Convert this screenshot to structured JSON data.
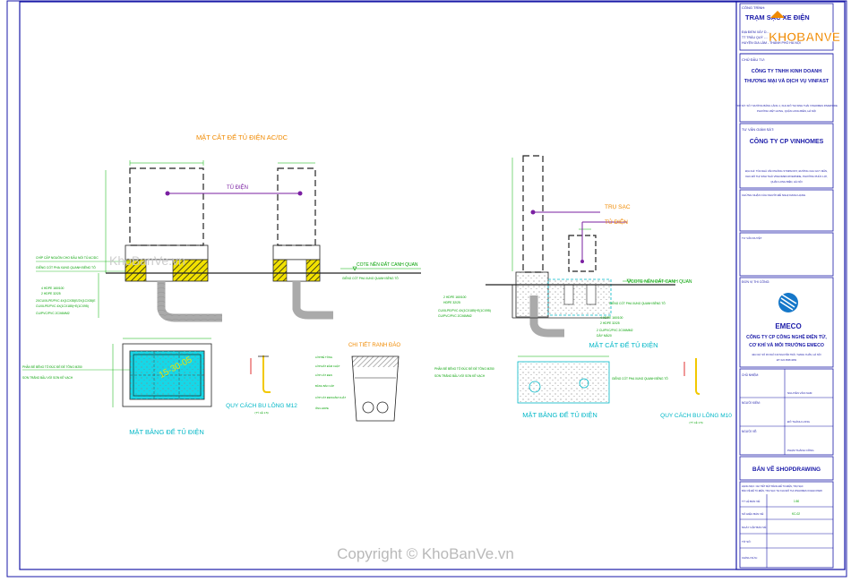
{
  "title_block": {
    "project_label": "CÔNG TRÌNH:",
    "project_name": "TRẠM SẠC XE ĐIỆN",
    "project_addr": [
      "ĐỊA ĐIỂM XÂY D...",
      "TT TRÂU QUỲ -...",
      "HUYỆN GIA LÂM - THÀNH PHỐ HÀ NỘI"
    ],
    "owner_label": "CHỦ ĐẦU TƯ:",
    "owner_name": [
      "CÔNG TY TNHH KINH DOANH",
      "THƯƠNG MẠI VÀ DỊCH VỤ VINFAST"
    ],
    "owner_addr": [
      "TRỤ SỞ: SỐ 7 ĐƯỜNG BẰNG LĂNG 1, KHU ĐÔ THỊ SINH THÁI VINHOMES RIVERSIDE",
      "PHƯỜNG VIỆT HƯNG, QUẬN LONG BIÊN, HÀ NỘI"
    ],
    "supervisor_label": "TƯ VẤN GIÁM SÁT:",
    "supervisor_name": "CÔNG TY CP VINHOMES",
    "supervisor_addr": [
      "ĐỊA CHỈ: TÒA NHÀ VĂN PHÒNG SYMPHONY, ĐƯỜNG CHU HUY MÂN,",
      "KHU ĐÔ THỊ SINH THÁI VINHOMES RIVERSIDE, PHƯỜNG PHÚC LỢI,",
      "QUẬN LONG BIÊN, HÀ NỘI"
    ],
    "note_label": "CHỨNG NHẬN CỦA NGƯỜI ĐỀ NGHỊ DANH HẠNG",
    "approval_label": "TƯ VẤN DUYỆT",
    "contractor_label": "ĐƠN VỊ THI CÔNG:",
    "contractor_logo": "EMECO",
    "contractor_name": [
      "CÔNG TY CP CÔNG NGHỆ ĐIỆN TỬ,",
      "CƠ KHÍ VÀ MÔI TRƯỜNG EMECO"
    ],
    "contractor_addr": [
      "ĐỊA CHỈ: SỐ 36 NGÕ 130 NGUYỄN TRÃI, THANH XUÂN, HÀ NỘI",
      "ĐT: 024 3568 4669"
    ],
    "roles": [
      {
        "role": "CHỦ NHIỆM:",
        "name": "NGUYỄN VĂN NAM"
      },
      {
        "role": "NGƯỜI KIỂM:",
        "name": "ĐỖ THÀNH LONG"
      },
      {
        "role": "NGƯỜI VẼ:",
        "name": "PHẠM THÀNH CÔNG"
      }
    ],
    "drawing_type": "BẢN VẼ SHOPDRAWING",
    "drawing_desc": [
      "HẠNG MỤC: CHI TIẾT MẶT BẰNG ĐẾ TỦ ĐIỆN, TRỤ SẠC",
      "BẢN VẼ ĐẾ TỦ ĐIỆN, TRỤ SẠC TẠI KHU ĐÔ THỊ VINHOMES OCEAN PARK"
    ],
    "rows": [
      {
        "label": "TỶ LỆ BẢN VẼ:",
        "value": "1:50"
      },
      {
        "label": "SỐ HIỆU BẢN VẼ:",
        "value": "KC-02"
      },
      {
        "label": "NGÀY CẬP BẢN VẼ:",
        "value": ""
      },
      {
        "label": "TỜ SỐ:",
        "value": ""
      },
      {
        "label": "CHỈNH SỬA:",
        "value": ""
      }
    ]
  },
  "watermark_logo": "KHOBANVE",
  "watermark_text": "KhoBanVe.vn",
  "copyright": "Copyright © KhoBanVe.vn",
  "drawing": {
    "section_left_title": "MẶT CẮT ĐẾ TỦ ĐIỆN AC/DC",
    "cabinet_label": "TỦ ĐIỆN",
    "ground_level_1": "COTE NỀN ĐẤT CANH QUAN",
    "ground_level_2": "COTE NỀN ĐẤT CANH QUAN",
    "left_notes": [
      "CHÍP CẤP NGUỒN CHO ĐẦU NỐI TỦ AC/DC",
      "GIẾNG CỐT PHA XUNG QUANH BÊNG TÔ",
      "4 HDPE 160/100",
      "2 HDPE 32/25",
      "2XCU/XLPE/PVC 4X(1CX35)E/2X(1CX35)E",
      "CU/XLPE/PVC 4X(1CX185)+E(1CX95)",
      "CU/PVC/PVC 2CX6MM2"
    ],
    "middle_note": "GIẾNG CỐT PHA XUNG QUANH BÊNG TÔ",
    "right_notes_top": [
      "TRỤ SẠC",
      "TỦ ĐIỆN"
    ],
    "right_notes_left": [
      "2 HDPE 160/100",
      "HDPE 32/25",
      "CU/XLPE/PVC 4X(1CX185)+E(1CX95)",
      "CU/PVC/PVC 2CX6MM2"
    ],
    "right_notes_bottom": [
      "4 HDPE 160/100",
      "2 HDPE 32/25",
      "2 CU/PVC/PVC 2CX6MM2",
      "DÂY MÁ20"
    ],
    "right_gap_note": "GIẾNG CỐT PHA XUNG QUANH BÊNG TÔ",
    "section_right_title": "MẶT CẮT ĐẾ TỦ ĐIỆN",
    "plan_left_title": "MẶT BẰNG ĐẾ TỦ ĐIỆN",
    "plan_left_stamp": "15-30-05",
    "plan_left_notes": [
      "PHẦN ĐỂ BÊNG TÔ ĐÚC ĐỂ ĐỂ TÔNG M250",
      "SƠN TRẮNG BẦU VỚI SƠN KẺ VẠCH"
    ],
    "bolt_left_title": "QUY CÁCH BU LÔNG M12",
    "bolt_left_sub": "(TỶ LỆ 1:5)",
    "trench_title": "CHI TIẾT RANH ĐÀO",
    "trench_notes": [
      "LỚP BÊ TÔNG",
      "LỚP ĐẤT ĐẦM CHẶT",
      "LỚP CÁT ĐEN",
      "BĂNG BÁO CÁP",
      "LỚP CÁT ĐEN ĐẦM CHẶT",
      "ỐNG HDPE"
    ],
    "plan_right_title": "MẶT BẰNG ĐẾ TỦ ĐIỆN",
    "plan_right_notes": [
      "PHẦN ĐỂ BÊNG TÔ ĐÚC ĐỂ ĐỂ TÔNG M250",
      "SƠN TRẮNG BẦU VỚI SƠN KẺ VẠCH"
    ],
    "plan_right_side_note": "GIẾNG CỐT PHA XUNG QUANH BÊNG TÔ",
    "bolt_right_title": "QUY CÁCH BU LÔNG M10",
    "bolt_right_sub": "(TỶ LỆ 1:5)"
  },
  "colors": {
    "frame": "#1a1aa8",
    "green": "#00c000",
    "purple": "#7a1fa2",
    "cyan": "#00b7c7",
    "orange": "#f08a00",
    "gray": "#8a8a8a",
    "yellow": "#e8d000",
    "title_block_text": "#1a1aa8",
    "emeco_blue": "#1577c9"
  }
}
